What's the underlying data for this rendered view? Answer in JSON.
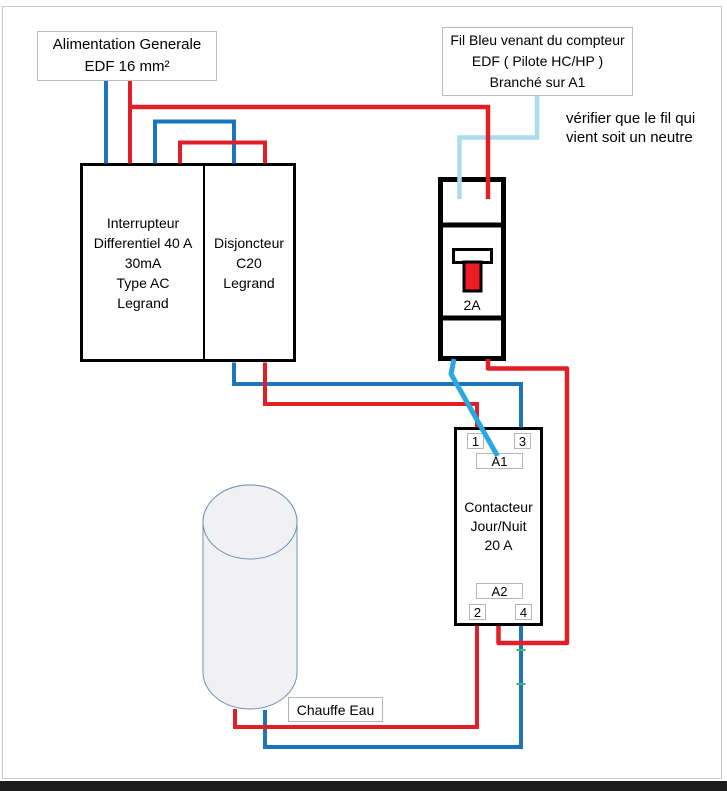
{
  "diagram": {
    "supply_box": {
      "line1": "Alimentation Generale",
      "line2": "EDF 16 mm²"
    },
    "pilot_wire_box": {
      "line1": "Fil Bleu venant du compteur",
      "line2": "EDF ( Pilote HC/HP )",
      "line3": "Branché sur A1"
    },
    "neutral_note": {
      "line1": "vérifier que le fil qui",
      "line2": "vient soit un neutre"
    },
    "differential_switch": {
      "line1": "Interrupteur",
      "line2": "Differentiel 40 A",
      "line3": "30mA",
      "line4": "Type AC",
      "line5": "Legrand"
    },
    "circuit_breaker": {
      "line1": "Disjoncteur",
      "line2": "C20",
      "line3": "Legrand"
    },
    "pilot_breaker": {
      "rating": "2A"
    },
    "contactor": {
      "terminal_1": "1",
      "terminal_3": "3",
      "coil_a1": "A1",
      "line1": "Contacteur",
      "line2": "Jour/Nuit",
      "line3": "20 A",
      "coil_a2": "A2",
      "terminal_2": "2",
      "terminal_4": "4"
    },
    "water_heater_label": "Chauffe Eau"
  },
  "colors": {
    "phase_red": "#e01f26",
    "neutral_blue": "#1b75bc",
    "pilot_cyan": "#29a9e0",
    "pilot_pale_blue": "#abdbec",
    "toggle_red": "#ed1c24",
    "frame_gray": "#c9c9c9"
  }
}
